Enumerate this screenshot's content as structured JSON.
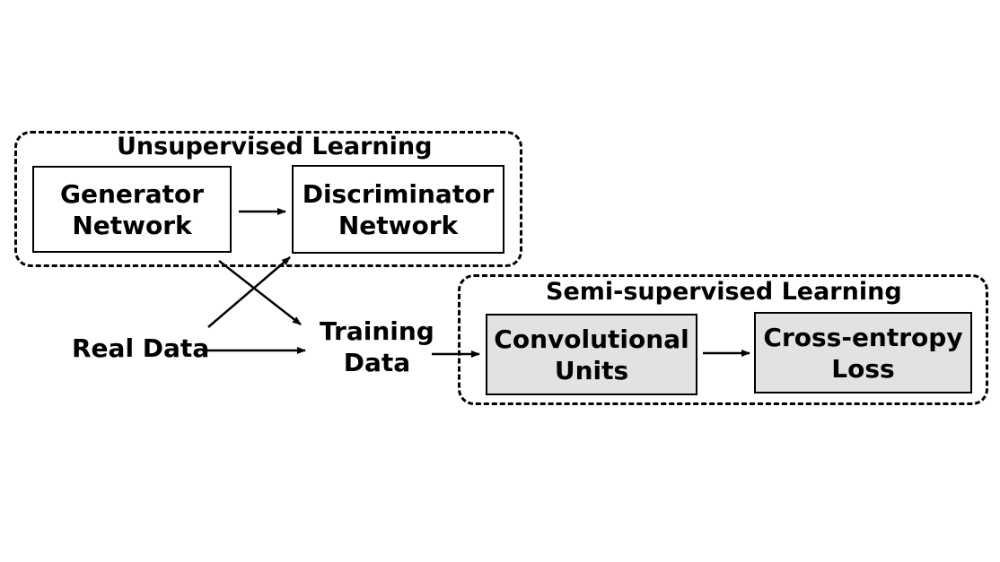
{
  "groups": {
    "unsupervised": {
      "title": "Unsupervised Learning"
    },
    "semi_supervised": {
      "title": "Semi-supervised Learning"
    }
  },
  "nodes": {
    "generator": {
      "line1": "Generator",
      "line2": "Network"
    },
    "discriminator": {
      "line1": "Discriminator",
      "line2": "Network"
    },
    "real_data": {
      "label": "Real Data"
    },
    "training_data": {
      "line1": "Training",
      "line2": "Data"
    },
    "conv_units": {
      "line1": "Convolutional",
      "line2": "Units",
      "fill": "#e2e2e2"
    },
    "ce_loss": {
      "line1": "Cross-entropy",
      "line2": "Loss",
      "fill": "#e2e2e2"
    }
  },
  "edges": [
    {
      "from": "generator",
      "to": "discriminator"
    },
    {
      "from": "generator",
      "to": "training_data"
    },
    {
      "from": "real_data",
      "to": "discriminator"
    },
    {
      "from": "real_data",
      "to": "training_data"
    },
    {
      "from": "training_data",
      "to": "conv_units"
    },
    {
      "from": "conv_units",
      "to": "ce_loss"
    }
  ]
}
